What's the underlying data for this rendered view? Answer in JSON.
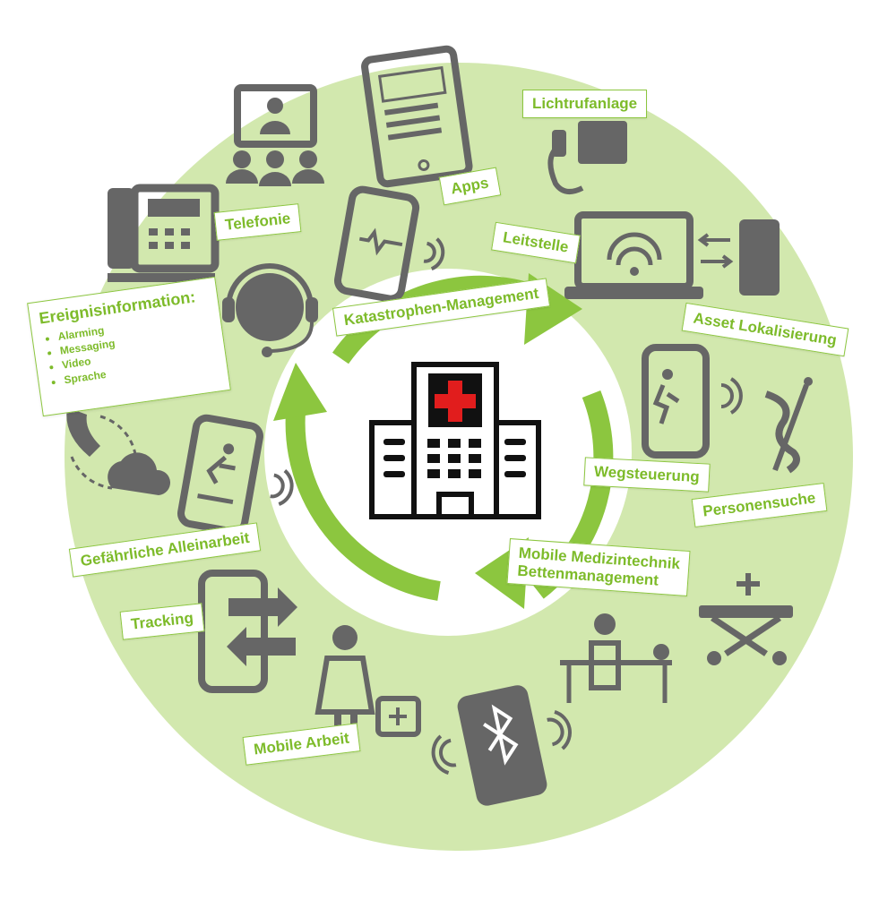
{
  "labels": {
    "telefonie": "Telefonie",
    "apps": "Apps",
    "lichtrufanlage": "Lichtrufanlage",
    "leitstelle": "Leitstelle",
    "katastrophen": "Katastrophen-Management",
    "asset": "Asset Lokalisierung",
    "wegsteuerung": "Wegsteuerung",
    "personensuche": "Personensuche",
    "medizintechnik_1": "Mobile Medizintechnik",
    "medizintechnik_2": "Bettenmanagement",
    "alleinarbeit": "Gefährliche Alleinarbeit",
    "tracking": "Tracking",
    "mobile_arbeit": "Mobile Arbeit"
  },
  "event_info": {
    "title": "Ereignisinformation:",
    "items": [
      "Alarming",
      "Messaging",
      "Video",
      "Sprache"
    ]
  },
  "colors": {
    "ring": "#d2e8ae",
    "arrow": "#8cc63f",
    "icon": "#666666",
    "label_text": "#7dbb2a",
    "cross": "#e11d1d"
  }
}
